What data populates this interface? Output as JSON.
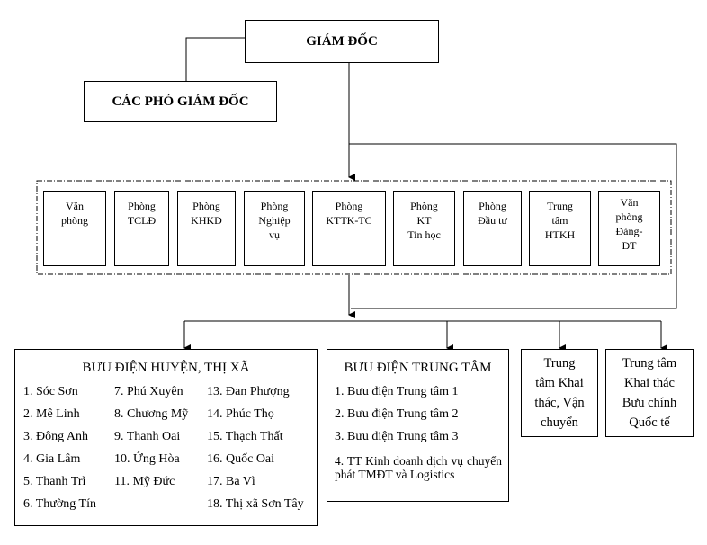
{
  "top": {
    "director": "GIÁM ĐỐC",
    "deputies": "CÁC PHÓ GIÁM ĐỐC"
  },
  "departments": [
    "Văn\nphòng",
    "Phòng\nTCLĐ",
    "Phòng\nKHKD",
    "Phòng\nNghiệp\nvụ",
    "Phòng\nKTTK-TC",
    "Phòng\nKT\nTin học",
    "Phòng\nĐầu tư",
    "Trung\ntâm\nHTKH",
    "Văn\nphòng\nĐảng-\nĐT"
  ],
  "district": {
    "title": "BƯU ĐIỆN HUYỆN, THỊ XÃ",
    "col1": [
      "1.  Sóc Sơn",
      "2.  Mê Linh",
      "3.  Đông Anh",
      "4.  Gia Lâm",
      "5.  Thanh Trì",
      "6.  Thường Tín"
    ],
    "col2": [
      "7. Phú Xuyên",
      "8. Chương Mỹ",
      "9. Thanh Oai",
      "10. Ứng Hòa",
      "11. Mỹ Đức"
    ],
    "col3": [
      "13. Đan Phượng",
      "14. Phúc Thọ",
      "15. Thạch Thất",
      "16. Quốc Oai",
      "17. Ba Vì",
      "18. Thị xã Sơn Tây"
    ]
  },
  "central": {
    "title": "BƯU ĐIỆN TRUNG TÂM",
    "items": [
      "1. Bưu điện Trung tâm 1",
      "2. Bưu điện Trung tâm 2",
      "3. Bưu điện Trung tâm 3"
    ],
    "item4": "4. TT Kinh doanh dịch vụ chuyển phát TMĐT và Logistics"
  },
  "transport": "Trung\ntâm Khai\nthác, Vận\nchuyển",
  "international": "Trung tâm\nKhai thác\nBưu chính\nQuốc tế"
}
